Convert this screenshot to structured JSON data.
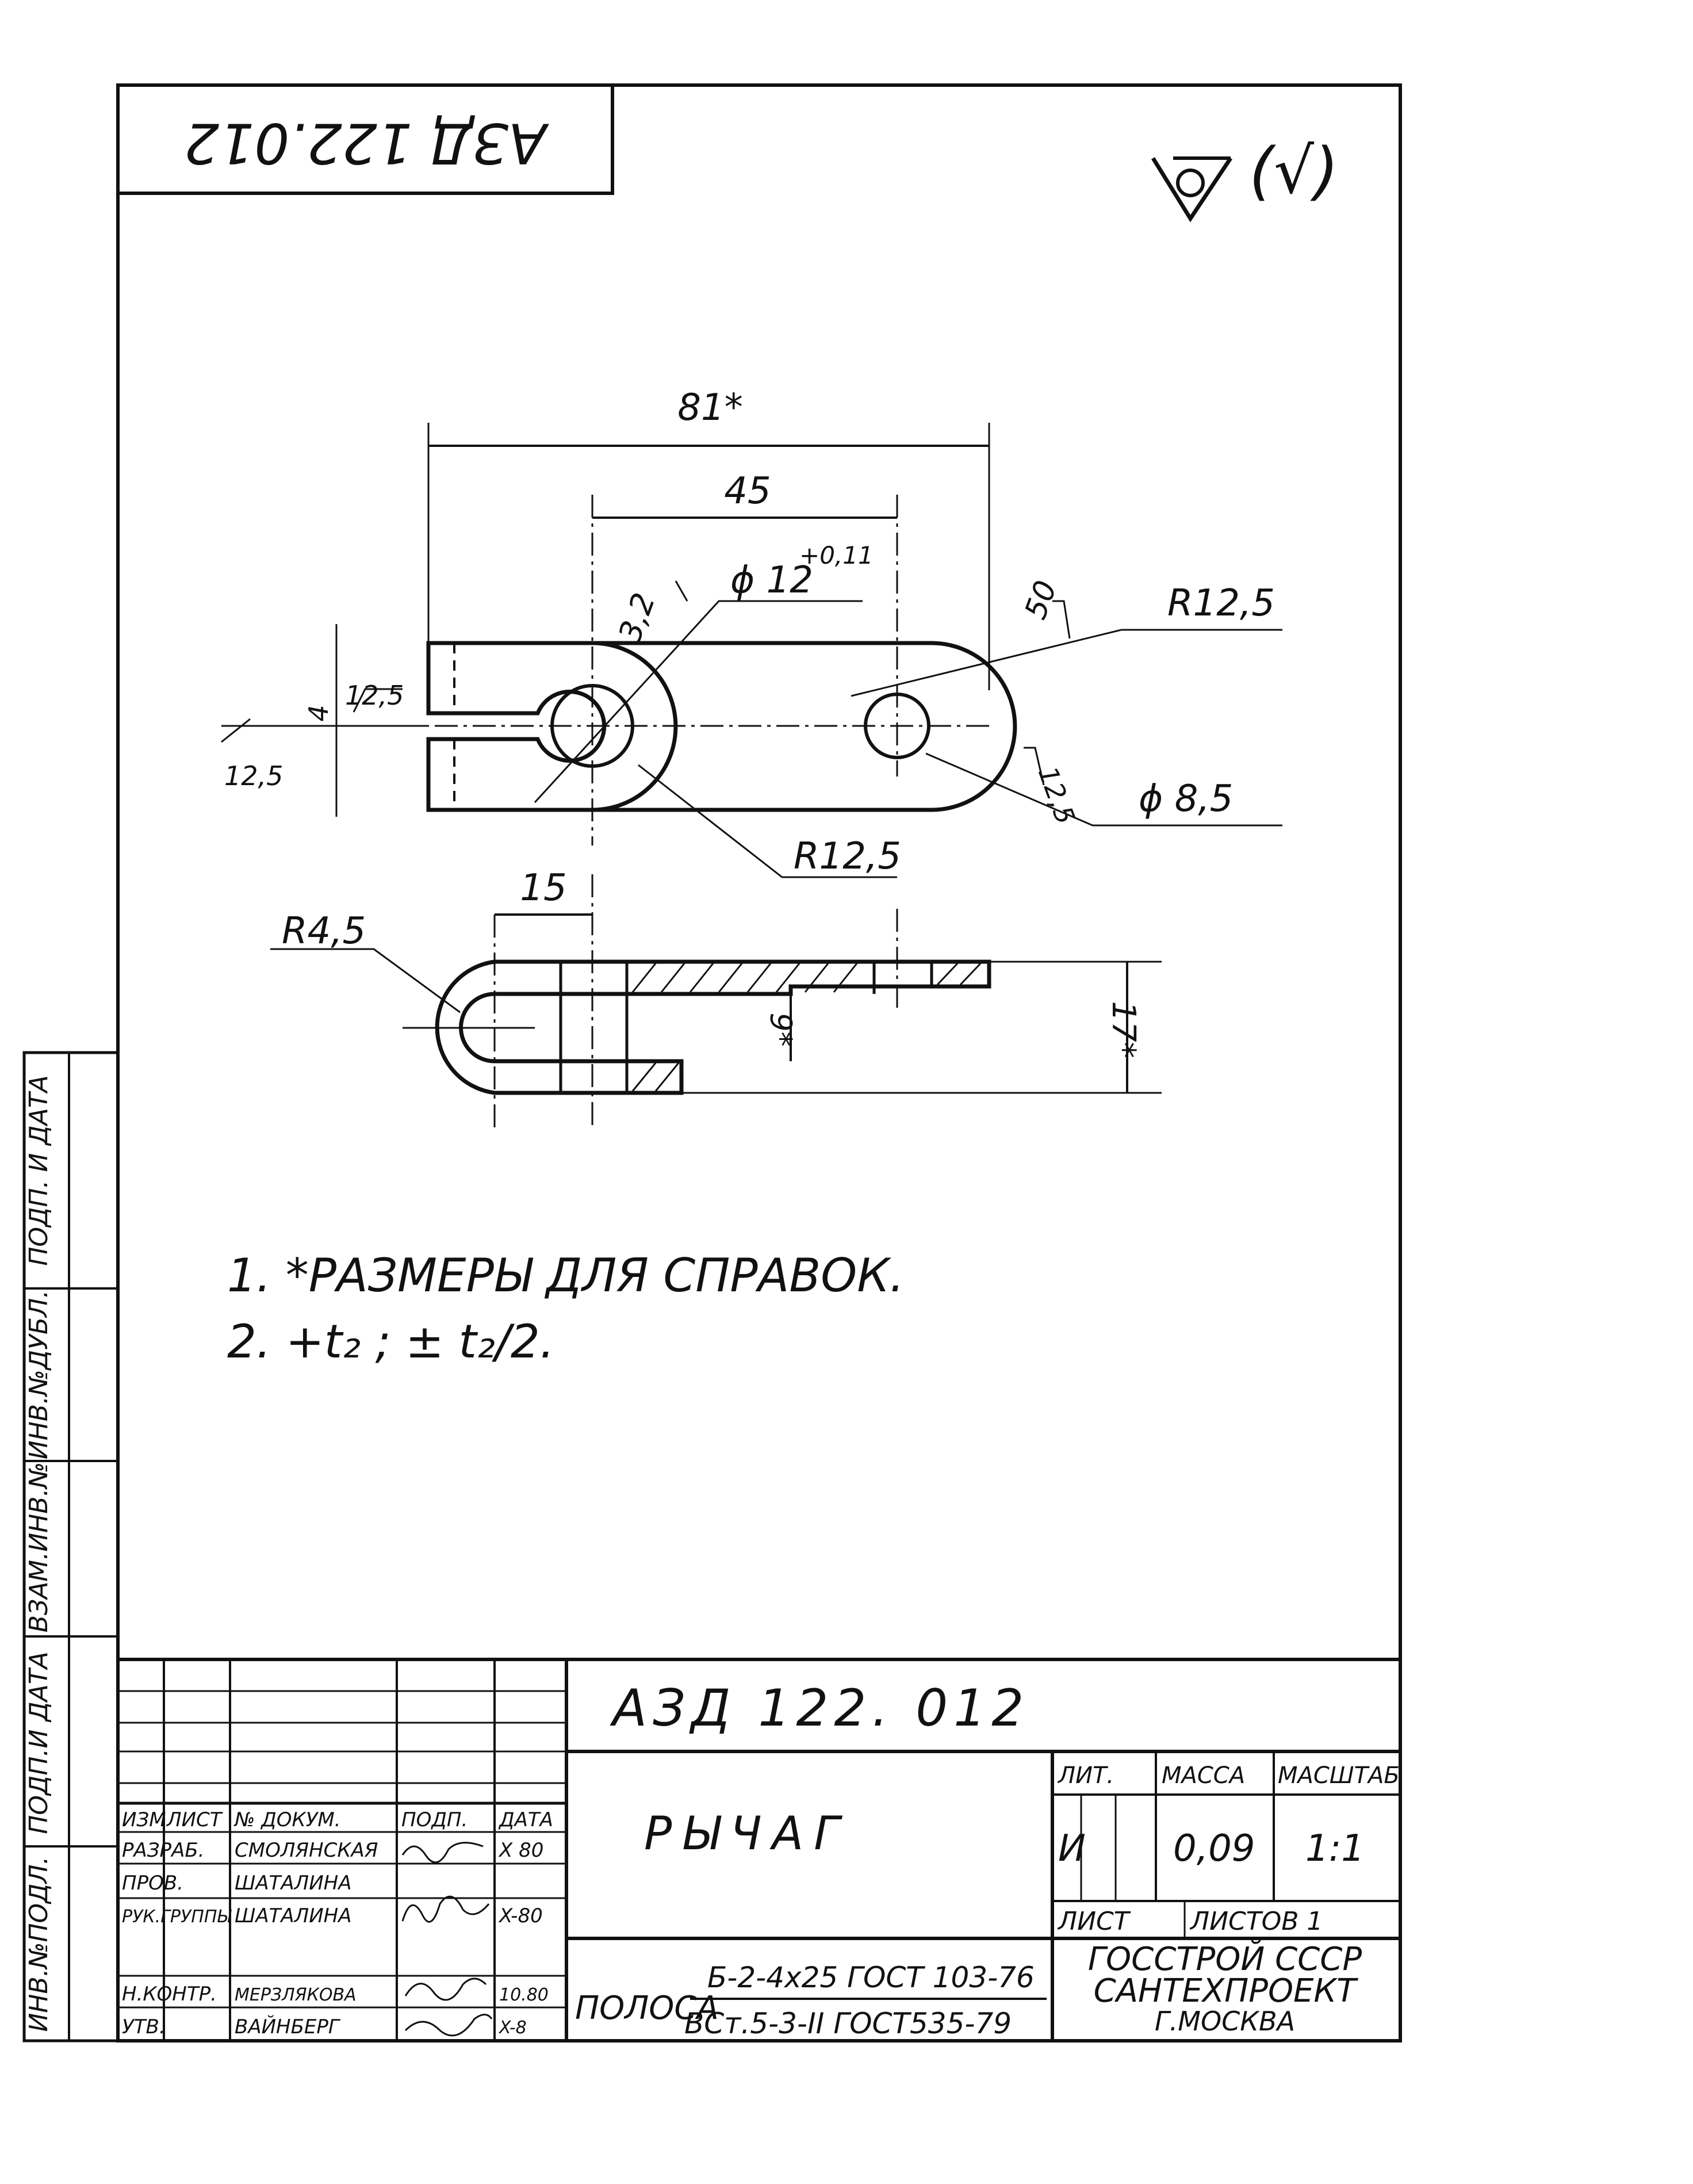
{
  "drawing_number": "АЗД 122. 012",
  "stamp_top_number": "АЗД 122.012",
  "roughness_symbol": "(√)",
  "dimensions": {
    "overall_length": "81*",
    "hole_spacing": "45",
    "roughness_3_2": "3,2",
    "hole_diameter_big": "ϕ 12",
    "hole_diameter_big_tol": "+0,11",
    "roughness_50": "50",
    "radius_right": "R12,5",
    "roughness_12_5_a": "12,5",
    "roughness_12_5_b": "12,5",
    "roughness_12_5_c": "12,5",
    "slot_width": "4",
    "hole_diameter_small": "ϕ 8,5",
    "radius_left": "R12,5",
    "flange_length": "15",
    "bend_radius": "R4,5",
    "gap_height": "9*",
    "total_height": "17*"
  },
  "notes": [
    "1. *РАЗМЕРЫ   ДЛЯ   СПРАВОК.",
    "2. +t₂ ; ± t₂/2."
  ],
  "side_stamp": {
    "cells": [
      "ИНВ.№ПОДЛ.",
      "ПОДП.И ДАТА",
      "ВЗАМ.ИНВ.№",
      "ИНВ.№ДУБЛ.",
      "ПОДП. И ДАТА"
    ]
  },
  "title_block": {
    "part_name": "РЫЧАГ",
    "material_label": "ПОЛОСА",
    "material_top": "Б-2-4x25 ГОСТ 103-76",
    "material_bottom": "ВСт.5-3-II ГОСТ535-79",
    "header_labels": {
      "izm": "ИЗМ",
      "list": "ЛИСТ",
      "doc": "№ ДОКУМ.",
      "sign": "ПОДП.",
      "date": "ДАТА"
    },
    "rows": [
      {
        "role": "РАЗРАБ.",
        "name": "СМОЛЯНСКАЯ",
        "date": "X 80"
      },
      {
        "role": "ПРОВ.",
        "name": "ШАТАЛИНА",
        "date": ""
      },
      {
        "role": "РУК.ГРУППЫ",
        "name": "ШАТАЛИНА",
        "date": "X-80"
      },
      {
        "role": "",
        "name": "",
        "date": ""
      },
      {
        "role": "Н.КОНТР.",
        "name": "МЕРЗЛЯКОВА",
        "date": "10.80"
      },
      {
        "role": "УТВ.",
        "name": "ВАЙНБЕРГ",
        "date": "X-8"
      }
    ],
    "lit_label": "ЛИТ.",
    "mass_label": "МАССА",
    "scale_label": "МАСШТАБ",
    "lit_value": "И",
    "mass_value": "0,09",
    "scale_value": "1:1",
    "sheet_label": "ЛИСТ",
    "sheets_label": "ЛИСТОВ 1",
    "org_line1": "ГОССТРОЙ СССР",
    "org_line2": "САНТЕХПРОЕКТ",
    "org_line3": "Г.МОСКВА"
  }
}
